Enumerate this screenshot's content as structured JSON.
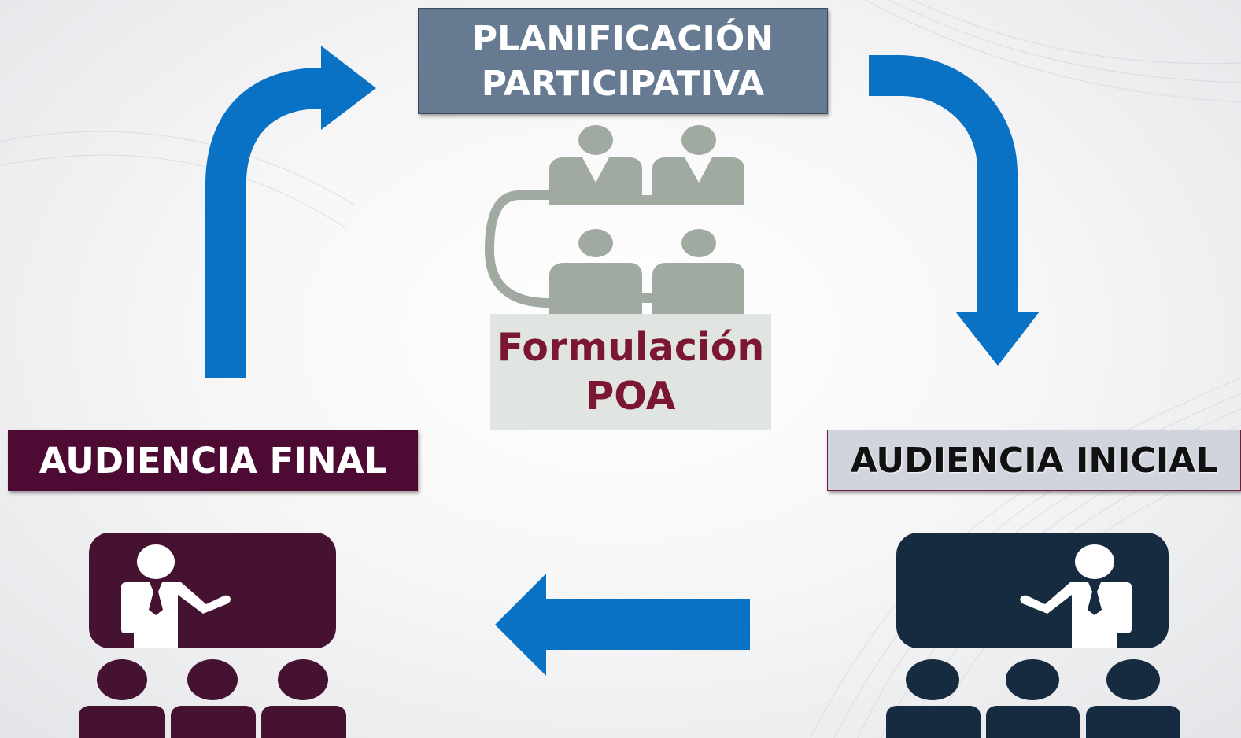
{
  "labels": {
    "planificacion": "PLANIFICACIÓN\nPARTICIPATIVA",
    "formulacion": "Formulación\nPOA",
    "audiencia_final": "AUDIENCIA FINAL",
    "audiencia_inicial": "AUDIENCIA INICIAL"
  },
  "icons": {
    "meeting": "meeting-table-people-icon",
    "presenter_final": "presenter-audience-icon",
    "presenter_inicial": "presenter-audience-icon",
    "arrow_top_left": "curved-arrow-up-right-icon",
    "arrow_top_right": "curved-arrow-down-icon",
    "arrow_bottom": "arrow-left-icon"
  },
  "colors": {
    "arrow": "#0a72c4",
    "planificacion_bg": "#667b92",
    "final_bg": "#4d0a33",
    "inicial_bg": "#d0d4dd",
    "poa_bg": "#e1e5e1",
    "poa_text": "#7b1634",
    "meeting_icon": "#a1aaa1",
    "presenter_final_icon": "#451232",
    "presenter_inicial_icon": "#172b40"
  }
}
